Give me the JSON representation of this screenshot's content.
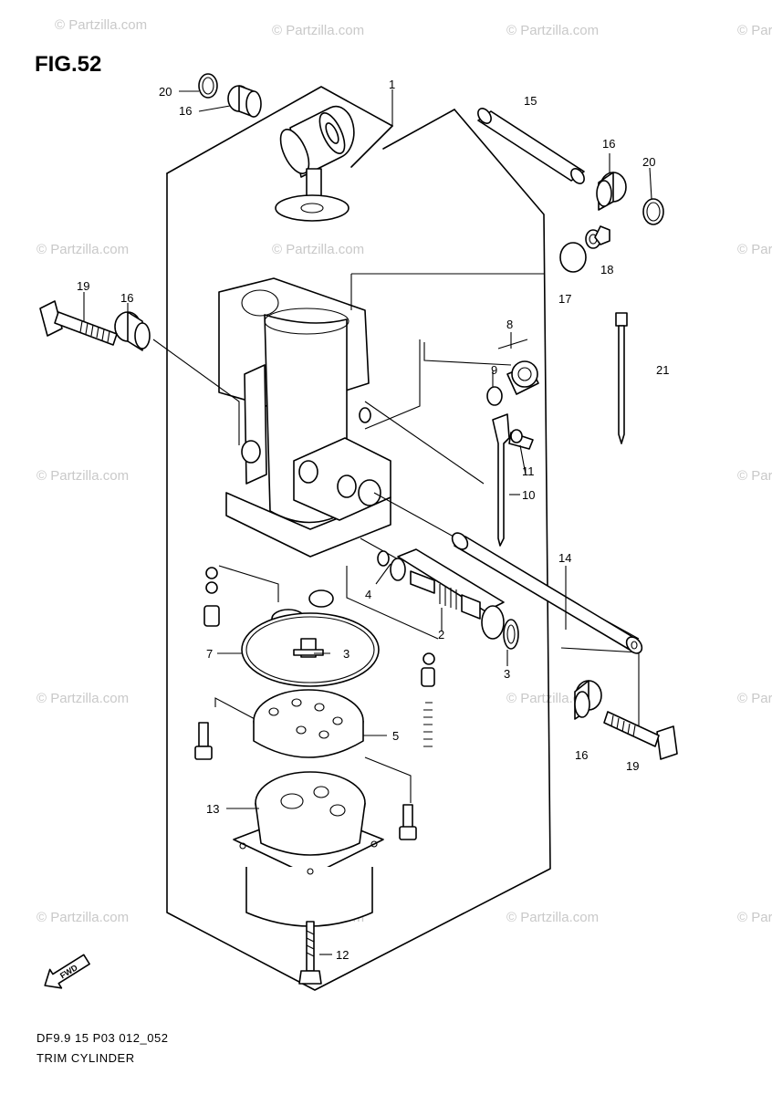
{
  "figure": {
    "number_label": "FIG.52"
  },
  "caption": {
    "code": "DF9.9 15 P03 012_052",
    "title": "TRIM CYLINDER"
  },
  "watermark": {
    "text": "© Partzilla.com",
    "color": "#c9c9c9"
  },
  "orientation_mark": {
    "label": "FWD"
  },
  "callouts": [
    {
      "id": "c1",
      "text": "1"
    },
    {
      "id": "c2",
      "text": "2"
    },
    {
      "id": "c3a",
      "text": "3"
    },
    {
      "id": "c3b",
      "text": "3"
    },
    {
      "id": "c4",
      "text": "4"
    },
    {
      "id": "c5",
      "text": "5"
    },
    {
      "id": "c7",
      "text": "7"
    },
    {
      "id": "c8",
      "text": "8"
    },
    {
      "id": "c9",
      "text": "9"
    },
    {
      "id": "c10",
      "text": "10"
    },
    {
      "id": "c11",
      "text": "11"
    },
    {
      "id": "c12",
      "text": "12"
    },
    {
      "id": "c13",
      "text": "13"
    },
    {
      "id": "c14",
      "text": "14"
    },
    {
      "id": "c15",
      "text": "15"
    },
    {
      "id": "c16a",
      "text": "16"
    },
    {
      "id": "c16b",
      "text": "16"
    },
    {
      "id": "c16c",
      "text": "16"
    },
    {
      "id": "c16d",
      "text": "16"
    },
    {
      "id": "c17",
      "text": "17"
    },
    {
      "id": "c18",
      "text": "18"
    },
    {
      "id": "c19a",
      "text": "19"
    },
    {
      "id": "c19b",
      "text": "19"
    },
    {
      "id": "c20a",
      "text": "20"
    },
    {
      "id": "c20b",
      "text": "20"
    },
    {
      "id": "c21",
      "text": "21"
    }
  ]
}
